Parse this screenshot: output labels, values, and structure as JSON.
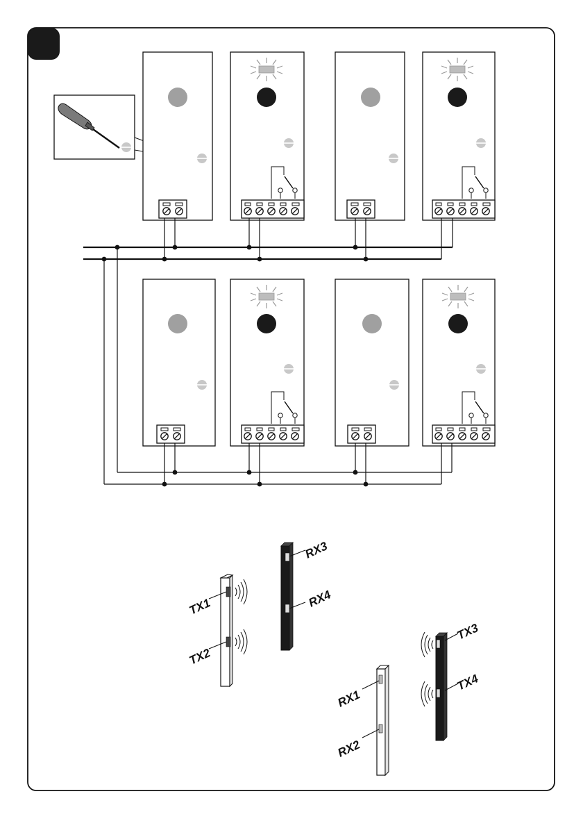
{
  "figure": {
    "badge_color": "#1a1a1a",
    "led_off_color": "#a0a0a0",
    "led_on_color": "#1a1a1a",
    "indicator_color": "#c8c8c8"
  },
  "photocells": {
    "tx1": "TX1",
    "tx2": "TX2",
    "tx3": "TX3",
    "tx4": "TX4",
    "rx1": "RX1",
    "rx2": "RX2",
    "rx3": "RX3",
    "rx4": "RX4"
  },
  "icons": [
    "screwdriver-icon",
    "blinking-led-icon",
    "terminal-screw-icon",
    "relay-contact-icon",
    "infrared-beam-icon"
  ]
}
